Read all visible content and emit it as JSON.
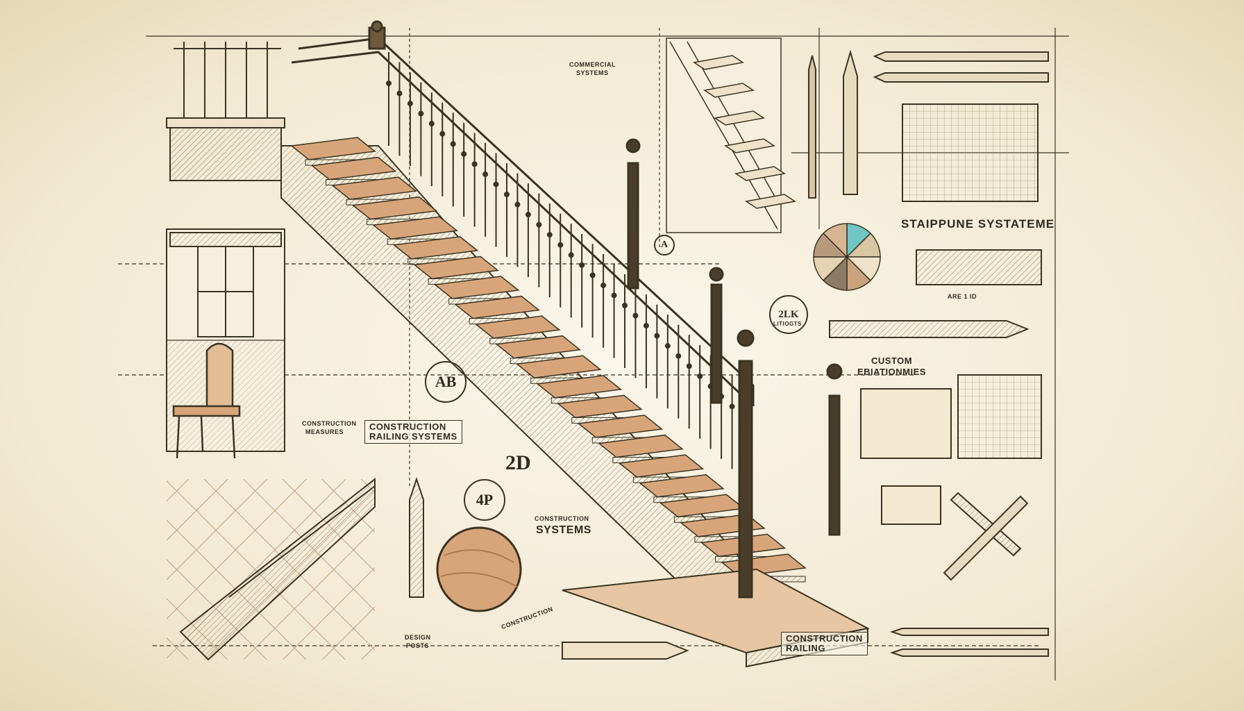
{
  "labels": {
    "top_small_1": "COMMERCIAL",
    "top_small_2": "SYSTEMS",
    "main_title": "STAIPPUNE SYSTATEME",
    "small_mid_1": "ARE 1 ID",
    "rating": "2LK",
    "rating_sub": "LITIOGTS",
    "custom_1": "CUSTOM",
    "custom_2": "EBIATIONMIES",
    "ab": "AB",
    "left_small_1": "CONSTRUCTION",
    "left_small_2": "MEASURES",
    "left_box_1": "CONSTRUCTION",
    "left_box_2": "RAILING SYSTEMS",
    "tag_2d": "2D",
    "tag_4p": "4P",
    "mid_small": "CONSTRUCTION",
    "mid_big": "SYSTEMS",
    "bottom_left_1": "DESIGN",
    "bottom_left_2": "POSTS",
    "bottom_circle_caption": "CONSTRUCTION",
    "bottom_box_1": "CONSTRUCTION",
    "bottom_box_2": "RAILING",
    "marker_a": "A"
  },
  "colors": {
    "ink": "#3a3322",
    "wood": "#d8a57a",
    "wood_dark": "#b07a4e",
    "paper": "#fbf6ea",
    "teal": "#6fc6c4"
  },
  "pie_slices": [
    {
      "value": 1,
      "color": "#6fc6c4"
    },
    {
      "value": 1,
      "color": "#d9c6a4"
    },
    {
      "value": 1,
      "color": "#efe2c8"
    },
    {
      "value": 1,
      "color": "#c9a27e"
    },
    {
      "value": 1,
      "color": "#8c7a64"
    },
    {
      "value": 1,
      "color": "#e6d2b4"
    },
    {
      "value": 1,
      "color": "#b89a7e"
    },
    {
      "value": 1,
      "color": "#d7b592"
    }
  ]
}
